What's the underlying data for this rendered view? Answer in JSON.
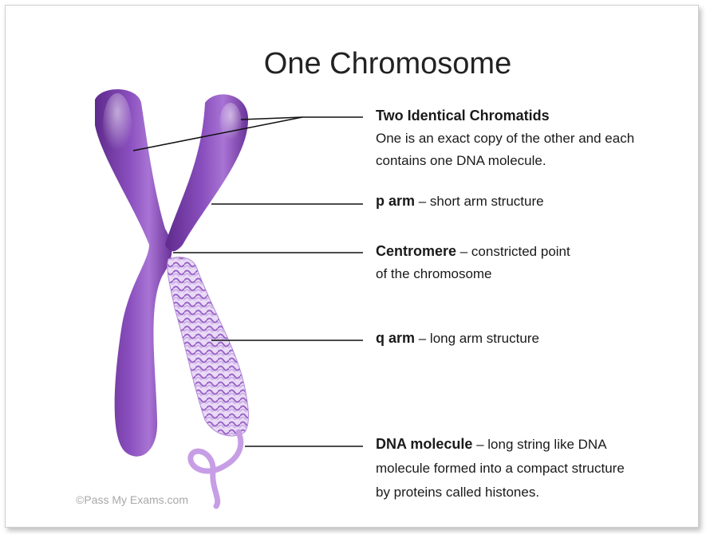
{
  "title": "One Chromosome",
  "labels": {
    "chromatids": {
      "term": "Two Identical Chromatids",
      "desc_line1": "One is an exact copy of the other and each",
      "desc_line2": "contains one DNA molecule."
    },
    "p_arm": {
      "term": "p arm",
      "desc": " – short arm structure"
    },
    "centromere": {
      "term": "Centromere",
      "desc_line1": " – constricted point",
      "desc_line2": "of the chromosome"
    },
    "q_arm": {
      "term": "q arm",
      "desc": " – long arm structure"
    },
    "dna": {
      "term": "DNA molecule",
      "desc_line1": " – long string like DNA",
      "desc_line2": "molecule formed into a compact structure",
      "desc_line3": "by proteins called histones."
    }
  },
  "credit": "©Pass My Exams.com",
  "colors": {
    "chromosome": "#7a3fa8",
    "chromosome_light": "#b07ad6",
    "dna_strand": "#c9a6e4",
    "leader_line": "#111111"
  }
}
